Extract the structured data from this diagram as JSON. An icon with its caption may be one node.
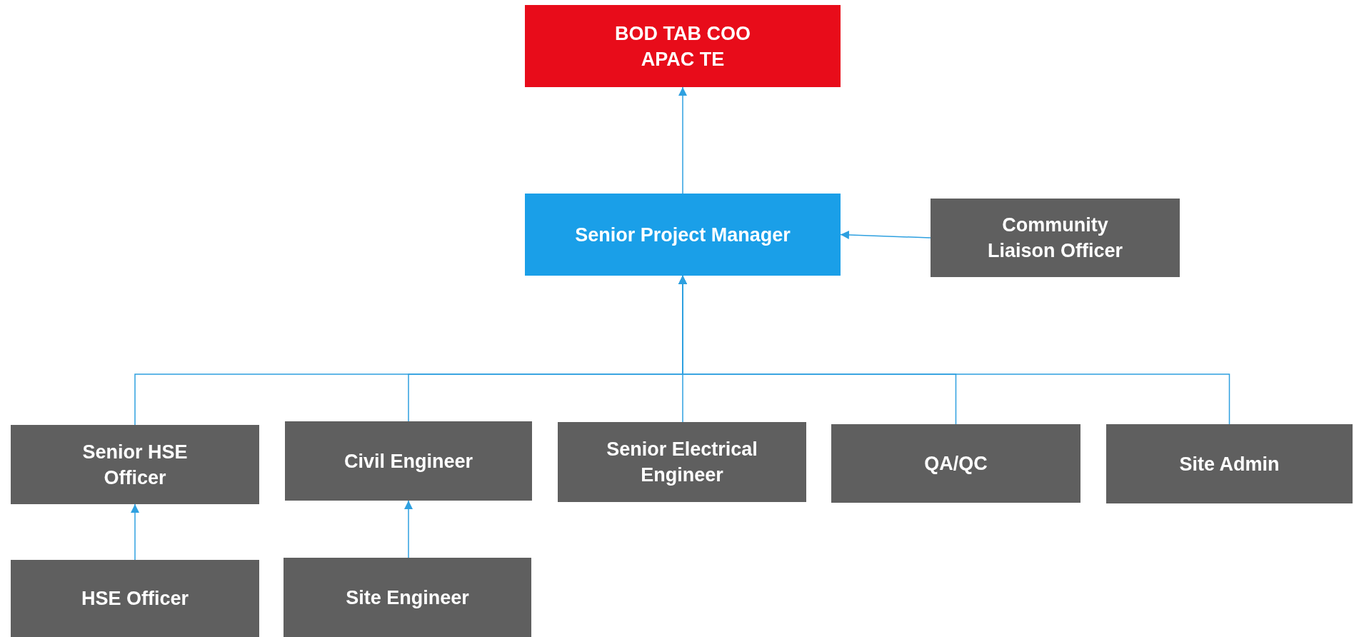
{
  "diagram": {
    "nodes": [
      {
        "text": [
          "BOD TAB COO APAC TE"
        ]
      },
      {
        "text": [
          "Senior Project Manager"
        ]
      },
      {
        "text": [
          "Community Liaison Officer"
        ]
      },
      {
        "text": [
          "Senior HSE Officer"
        ]
      },
      {
        "text": [
          "Civil Engineer"
        ]
      },
      {
        "text": [
          "Senior Electrical Engineer"
        ]
      },
      {
        "text": [
          "QA/QC"
        ]
      },
      {
        "text": [
          "Site Admin"
        ]
      },
      {
        "text": [
          "HSE Officer"
        ]
      },
      {
        "text": [
          "Site Engineer"
        ]
      }
    ],
    "edges": [
      {
        "from": 1,
        "to": 0,
        "arrow": "to"
      },
      {
        "from": 2,
        "to": 1,
        "arrow": "to"
      },
      {
        "from": 3,
        "to": 1,
        "arrow": "to"
      },
      {
        "from": 4,
        "to": 1,
        "arrow": "to"
      },
      {
        "from": 5,
        "to": 1,
        "arrow": "to"
      },
      {
        "from": 6,
        "to": 1,
        "arrow": "to"
      },
      {
        "from": 7,
        "to": 1,
        "arrow": "to"
      },
      {
        "from": 8,
        "to": 3,
        "arrow": "to"
      },
      {
        "from": 9,
        "to": 4,
        "arrow": "to"
      }
    ]
  }
}
